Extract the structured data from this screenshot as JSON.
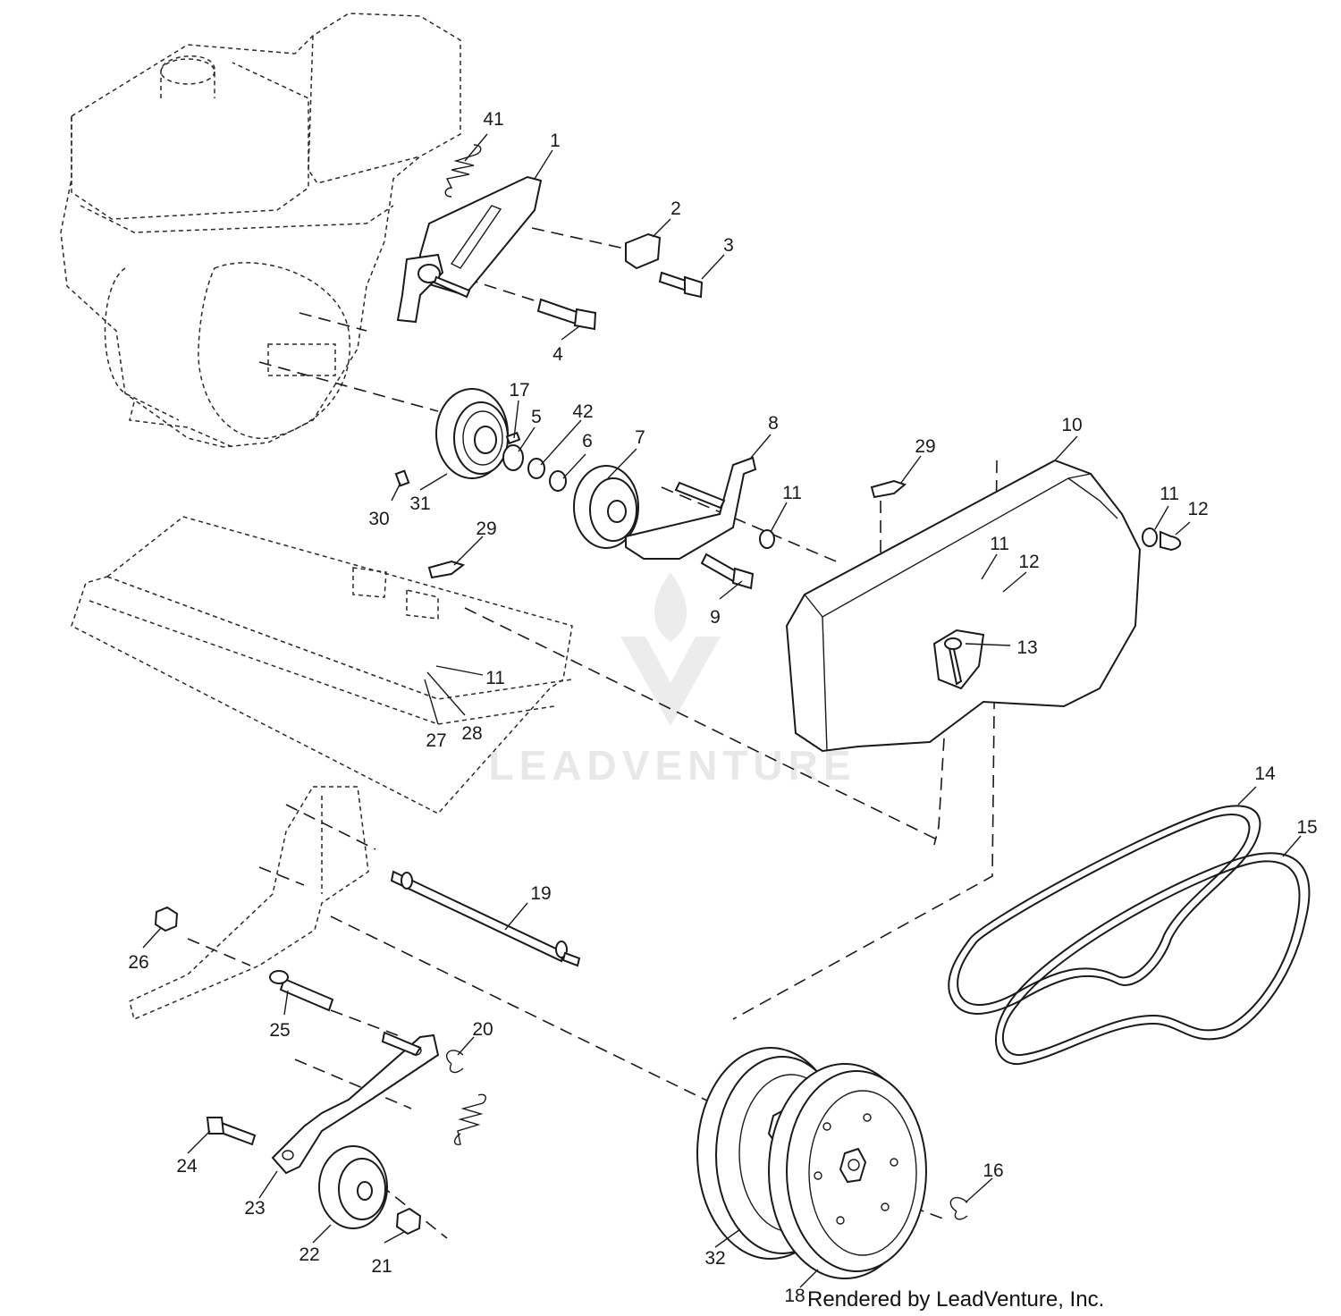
{
  "callouts": {
    "p1": "1",
    "p2": "2",
    "p3": "3",
    "p4": "4",
    "p5": "5",
    "p6": "6",
    "p7": "7",
    "p8": "8",
    "p9": "9",
    "p10": "10",
    "p11a": "11",
    "p11b": "11",
    "p11c": "11",
    "p11d": "11",
    "p12a": "12",
    "p12b": "12",
    "p13": "13",
    "p14": "14",
    "p15": "15",
    "p16": "16",
    "p17": "17",
    "p18": "18",
    "p19": "19",
    "p20": "20",
    "p21": "21",
    "p22": "22",
    "p23": "23",
    "p24": "24",
    "p25": "25",
    "p26": "26",
    "p27": "27",
    "p28": "28",
    "p29a": "29",
    "p29b": "29",
    "p30": "30",
    "p31": "31",
    "p32": "32",
    "p41": "41",
    "p42": "42"
  },
  "credit": "Rendered by LeadVenture, Inc.",
  "watermark": {
    "text": "LEADVENTURE",
    "icon": "leadventure-logo-icon"
  },
  "colors": {
    "line": "#1a1a1a",
    "background": "#ffffff",
    "watermark": "#e8e8e8"
  }
}
